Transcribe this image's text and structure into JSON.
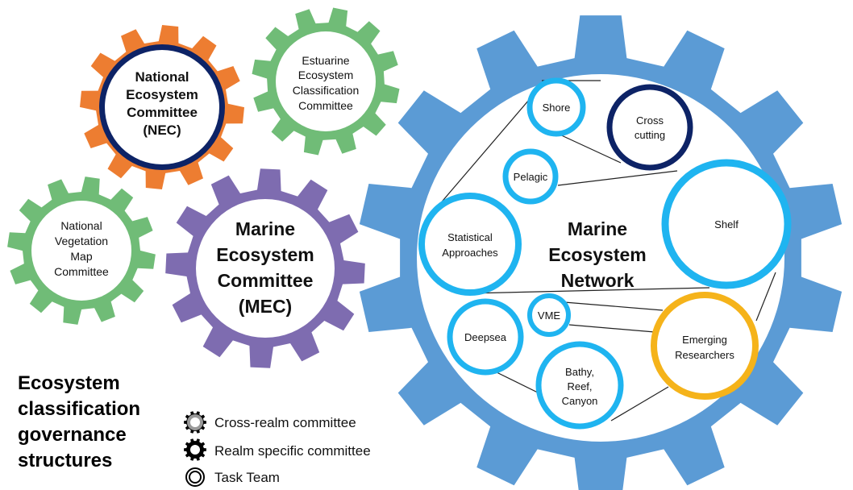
{
  "colors": {
    "orange": "#ED7D31",
    "green": "#70BC77",
    "purple": "#7E6CB0",
    "blue_gear": "#5B9BD5",
    "light_blue": "#1FB4F0",
    "navy": "#0D2366",
    "yellow": "#F5B31A"
  },
  "committees": {
    "nec": [
      "National",
      "Ecosystem",
      "Committee",
      "(NEC)"
    ],
    "estuarine": [
      "Estuarine",
      "Ecosystem",
      "Classification",
      "Committee"
    ],
    "vegetation": [
      "National",
      "Vegetation",
      "Map",
      "Committee"
    ],
    "mec": [
      "Marine",
      "Ecosystem",
      "Committee",
      "(MEC)"
    ]
  },
  "network": {
    "title": [
      "Marine",
      "Ecosystem",
      "Network"
    ],
    "teams": {
      "shore": [
        "Shore"
      ],
      "cross": [
        "Cross",
        "cutting"
      ],
      "pelagic": [
        "Pelagic"
      ],
      "shelf": [
        "Shelf"
      ],
      "statistical": [
        "Statistical",
        "Approaches"
      ],
      "vme": [
        "VME"
      ],
      "deepsea": [
        "Deepsea"
      ],
      "emerging": [
        "Emerging",
        "Researchers"
      ],
      "bathy": [
        "Bathy,",
        "Reef,",
        "Canyon"
      ]
    }
  },
  "page_title": [
    "Ecosystem",
    "classification",
    "governance",
    "structures"
  ],
  "legend": {
    "cross_realm": "Cross-realm committee",
    "realm_specific": "Realm specific committee",
    "task_team": "Task Team"
  }
}
